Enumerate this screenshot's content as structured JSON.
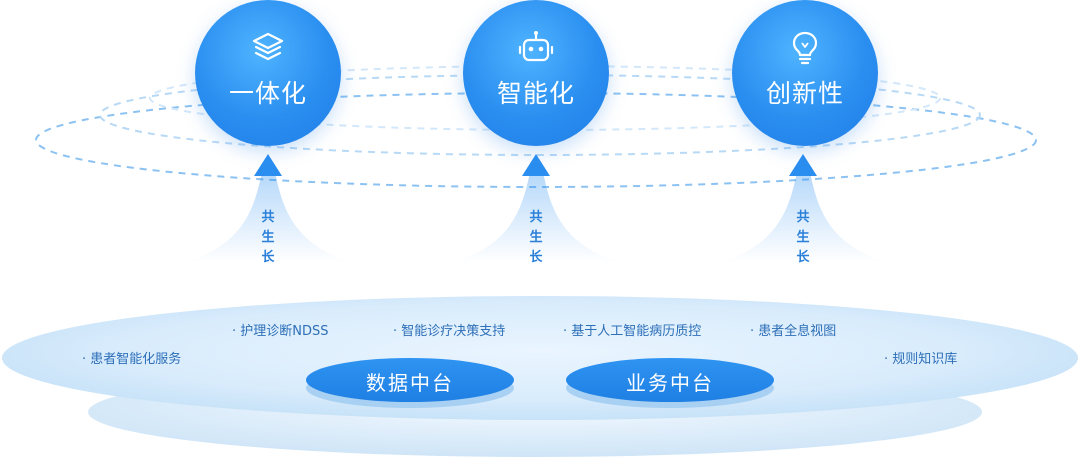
{
  "pillars": [
    {
      "label": "一体化",
      "icon": "layers-icon",
      "growth_label": [
        "共",
        "生",
        "长"
      ]
    },
    {
      "label": "智能化",
      "icon": "robot-icon",
      "growth_label": [
        "共",
        "生",
        "长"
      ]
    },
    {
      "label": "创新性",
      "icon": "lightbulb-icon",
      "growth_label": [
        "共",
        "生",
        "长"
      ]
    }
  ],
  "platforms": [
    {
      "label": "数据中台"
    },
    {
      "label": "业务中台"
    }
  ],
  "features": [
    {
      "label": "· 护理诊断NDSS"
    },
    {
      "label": "· 智能诊疗决策支持"
    },
    {
      "label": "· 基于人工智能病历质控"
    },
    {
      "label": "· 患者全息视图"
    },
    {
      "label": "· 患者智能化服务"
    },
    {
      "label": "· 规则知识库"
    }
  ],
  "colors": {
    "circle_primary": "#2a8ef0",
    "circle_highlight": "#4fb4ff",
    "feature_text": "#2d6fb8",
    "growth_text": "#2a7fd8",
    "platform_fill": "#2b8def"
  }
}
